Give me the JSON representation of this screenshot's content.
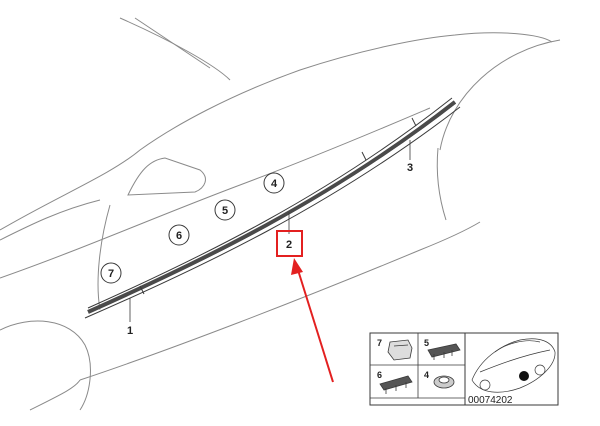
{
  "callouts": {
    "c1": "1",
    "c2": "2",
    "c3": "3",
    "c4": "4",
    "c5": "5",
    "c6": "6",
    "c7": "7"
  },
  "inset": {
    "k7": "7",
    "k5": "5",
    "k6": "6",
    "k4": "4",
    "code": "00074202"
  },
  "colors": {
    "line": "#3a3a3a",
    "highlight": "#e32020"
  }
}
